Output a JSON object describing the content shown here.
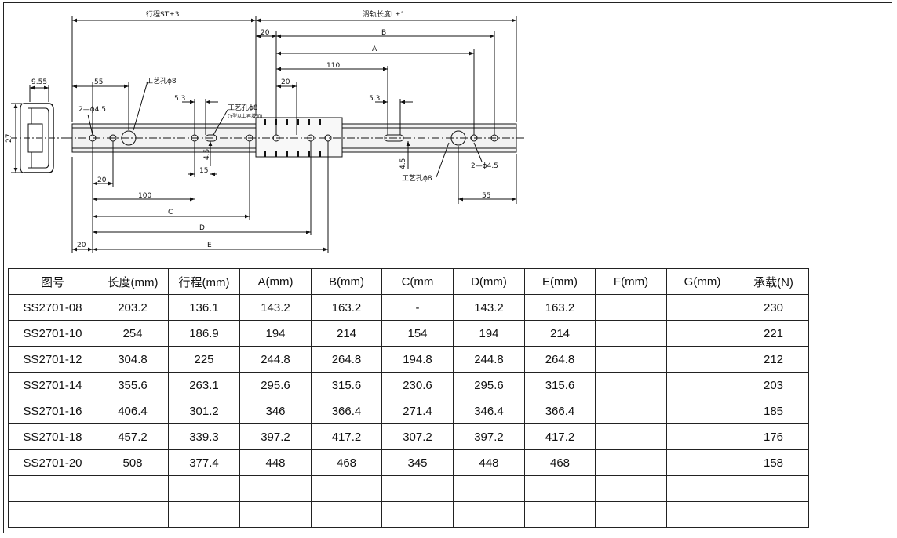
{
  "drawing": {
    "stroke_dimension": "行程ST±3",
    "rail_length": "滑轨长度L±1",
    "dim_20": "20",
    "dim_b": "B",
    "dim_a": "A",
    "dim_110": "110",
    "dim_20_inner": "20",
    "dim_5_3_left": "5.3",
    "dim_5_3_right": "5.3",
    "dim_9_55": "9.55",
    "dim_55_left": "55",
    "dim_55_right": "55",
    "dim_27": "27",
    "hole_2_phi45_left": "2—ϕ4.5",
    "hole_2_phi45_right": "2—ϕ4.5",
    "process_hole_phi8_left": "工艺孔ϕ8",
    "process_hole_phi8_mid": "工艺孔ϕ8",
    "process_hole_note": "(Y型以上再增加)",
    "process_hole_phi8_right": "工艺孔ϕ8",
    "dim_4_5_left": "4.5",
    "dim_4_5_right": "4.5",
    "dim_15": "15",
    "dim_20_bottom": "20",
    "dim_100": "100",
    "dim_c": "C",
    "dim_d": "D",
    "dim_20_far": "20",
    "dim_e": "E"
  },
  "table": {
    "headers": [
      "图号",
      "长度(mm)",
      "行程(mm)",
      "A(mm)",
      "B(mm)",
      "C(mm",
      "D(mm)",
      "E(mm)",
      "F(mm)",
      "G(mm)",
      "承载(N)"
    ],
    "rows": [
      [
        "SS2701-08",
        "203.2",
        "136.1",
        "143.2",
        "163.2",
        "-",
        "143.2",
        "163.2",
        "",
        "",
        "230"
      ],
      [
        "SS2701-10",
        "254",
        "186.9",
        "194",
        "214",
        "154",
        "194",
        "214",
        "",
        "",
        "221"
      ],
      [
        "SS2701-12",
        "304.8",
        "225",
        "244.8",
        "264.8",
        "194.8",
        "244.8",
        "264.8",
        "",
        "",
        "212"
      ],
      [
        "SS2701-14",
        "355.6",
        "263.1",
        "295.6",
        "315.6",
        "230.6",
        "295.6",
        "315.6",
        "",
        "",
        "203"
      ],
      [
        "SS2701-16",
        "406.4",
        "301.2",
        "346",
        "366.4",
        "271.4",
        "346.4",
        "366.4",
        "",
        "",
        "185"
      ],
      [
        "SS2701-18",
        "457.2",
        "339.3",
        "397.2",
        "417.2",
        "307.2",
        "397.2",
        "417.2",
        "",
        "",
        "176"
      ],
      [
        "SS2701-20",
        "508",
        "377.4",
        "448",
        "468",
        "345",
        "448",
        "468",
        "",
        "",
        "158"
      ],
      [
        "",
        "",
        "",
        "",
        "",
        "",
        "",
        "",
        "",
        "",
        ""
      ],
      [
        "",
        "",
        "",
        "",
        "",
        "",
        "",
        "",
        "",
        "",
        ""
      ]
    ]
  }
}
